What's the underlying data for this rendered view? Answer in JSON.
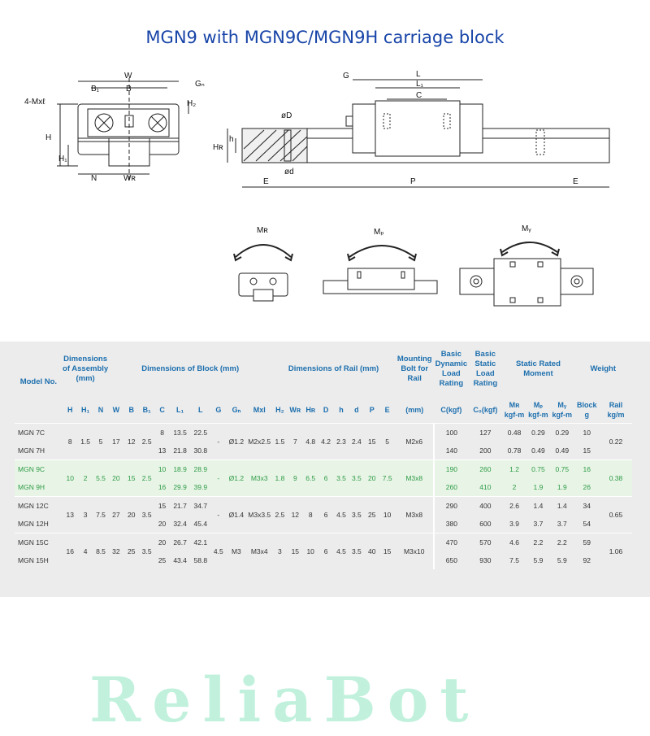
{
  "title": "MGN9 with MGN9C/MGN9H carriage block",
  "watermark": "ReliaBot",
  "diagram_labels": {
    "W": "W",
    "B": "B",
    "B1": "B₁",
    "Gn": "Gₙ",
    "Mxl": "4-Mxℓ",
    "H": "H",
    "H1": "H₁",
    "H2": "H₂",
    "N": "N",
    "WR": "Wʀ",
    "G": "G",
    "L": "L",
    "L1": "L₁",
    "C": "C",
    "h": "h",
    "D": "øD",
    "HR": "Hʀ",
    "d": "ød",
    "E": "E",
    "P": "P",
    "E2": "E",
    "MR": "Mʀ",
    "MP": "Mₚ",
    "MY": "Mᵧ"
  },
  "table": {
    "h_model": "Model No.",
    "h_assembly": "Dimensions of Assembly (mm)",
    "h_block": "Dimensions of Block (mm)",
    "h_rail": "Dimensions of Rail (mm)",
    "h_bolt": "Mounting Bolt for Rail",
    "h_dyn": "Basic Dynamic Load Rating",
    "h_stat": "Basic Static Load Rating",
    "h_moment": "Static Rated Moment",
    "h_weight": "Weight",
    "sub": [
      "H",
      "H₁",
      "N",
      "W",
      "B",
      "B₁",
      "C",
      "L₁",
      "L",
      "G",
      "Gₙ",
      "Mxl",
      "H₂",
      "Wʀ",
      "Hʀ",
      "D",
      "h",
      "d",
      "P",
      "E",
      "(mm)",
      "C(kgf)",
      "C₀(kgf)",
      "Mʀ",
      "Mₚ",
      "Mᵧ",
      "Block",
      "Rail"
    ],
    "units": [
      "kgf-m",
      "kgf-m",
      "kgf-m",
      "g",
      "kg/m"
    ],
    "groups": [
      {
        "shared": [
          "8",
          "1.5",
          "5",
          "17",
          "12",
          "2.5"
        ],
        "mid": [
          "-",
          "Ø1.2",
          "M2x2.5",
          "1.5",
          "7",
          "4.8",
          "4.2",
          "2.3",
          "2.4",
          "15",
          "5",
          "M2x6"
        ],
        "rail_w": "0.22",
        "rows": [
          {
            "model": "MGN 7C",
            "c": "8",
            "l1": "13.5",
            "l": "22.5",
            "dyn": "100",
            "stat": "127",
            "mr": "0.48",
            "mp": "0.29",
            "my": "0.29",
            "block": "10"
          },
          {
            "model": "MGN 7H",
            "c": "13",
            "l1": "21.8",
            "l": "30.8",
            "dyn": "140",
            "stat": "200",
            "mr": "0.78",
            "mp": "0.49",
            "my": "0.49",
            "block": "15"
          }
        ]
      },
      {
        "shared": [
          "10",
          "2",
          "5.5",
          "20",
          "15",
          "2.5"
        ],
        "mid": [
          "-",
          "Ø1.2",
          "M3x3",
          "1.8",
          "9",
          "6.5",
          "6",
          "3.5",
          "3.5",
          "20",
          "7.5",
          "M3x8"
        ],
        "rail_w": "0.38",
        "rows": [
          {
            "model": "MGN 9C",
            "c": "10",
            "l1": "18.9",
            "l": "28.9",
            "dyn": "190",
            "stat": "260",
            "mr": "1.2",
            "mp": "0.75",
            "my": "0.75",
            "block": "16"
          },
          {
            "model": "MGN 9H",
            "c": "16",
            "l1": "29.9",
            "l": "39.9",
            "dyn": "260",
            "stat": "410",
            "mr": "2",
            "mp": "1.9",
            "my": "1.9",
            "block": "26"
          }
        ]
      },
      {
        "shared": [
          "13",
          "3",
          "7.5",
          "27",
          "20",
          "3.5"
        ],
        "mid": [
          "-",
          "Ø1.4",
          "M3x3.5",
          "2.5",
          "12",
          "8",
          "6",
          "4.5",
          "3.5",
          "25",
          "10",
          "M3x8"
        ],
        "rail_w": "0.65",
        "rows": [
          {
            "model": "MGN 12C",
            "c": "15",
            "l1": "21.7",
            "l": "34.7",
            "dyn": "290",
            "stat": "400",
            "mr": "2.6",
            "mp": "1.4",
            "my": "1.4",
            "block": "34"
          },
          {
            "model": "MGN 12H",
            "c": "20",
            "l1": "32.4",
            "l": "45.4",
            "dyn": "380",
            "stat": "600",
            "mr": "3.9",
            "mp": "3.7",
            "my": "3.7",
            "block": "54"
          }
        ]
      },
      {
        "shared": [
          "16",
          "4",
          "8.5",
          "32",
          "25",
          "3.5"
        ],
        "mid": [
          "4.5",
          "M3",
          "M3x4",
          "3",
          "15",
          "10",
          "6",
          "4.5",
          "3.5",
          "40",
          "15",
          "M3x10"
        ],
        "rail_w": "1.06",
        "rows": [
          {
            "model": "MGN 15C",
            "c": "20",
            "l1": "26.7",
            "l": "42.1",
            "dyn": "470",
            "stat": "570",
            "mr": "4.6",
            "mp": "2.2",
            "my": "2.2",
            "block": "59"
          },
          {
            "model": "MGN 15H",
            "c": "25",
            "l1": "43.4",
            "l": "58.8",
            "dyn": "650",
            "stat": "930",
            "mr": "7.5",
            "mp": "5.9",
            "my": "5.9",
            "block": "92"
          }
        ]
      }
    ]
  }
}
